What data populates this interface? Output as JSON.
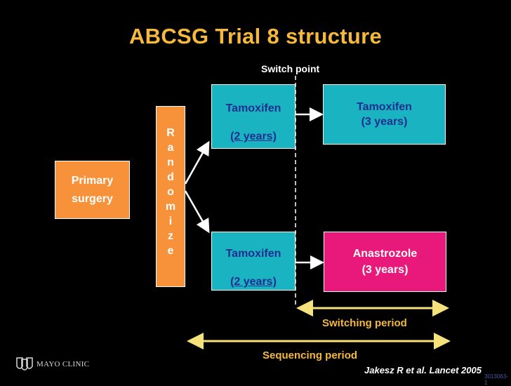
{
  "title": "ABCSG Trial 8 structure",
  "switch_point": "Switch point",
  "primary": {
    "line1": "Primary",
    "line2": "surgery"
  },
  "randomize_letters": [
    "R",
    "a",
    "n",
    "d",
    "o",
    "m",
    "i",
    "z",
    "e"
  ],
  "top_arm": {
    "first": {
      "line1": "Tamoxifen",
      "line2": "(2 years)"
    },
    "second": {
      "line1": "Tamoxifen",
      "line2": "(3 years)"
    }
  },
  "bottom_arm": {
    "first": {
      "line1": "Tamoxifen",
      "line2": "(2 years)"
    },
    "second": {
      "line1": "Anastrozole",
      "line2": "(3 years)"
    }
  },
  "switching_period": "Switching period",
  "sequencing_period": "Sequencing period",
  "citation": "Jakesz R et al. Lancet 2005",
  "logo_text": "MAYO CLINIC",
  "slide_code": "3013063-1",
  "colors": {
    "background": "#000000",
    "title": "#f6b93b",
    "orange": "#f7923a",
    "teal": "#1ab3c2",
    "magenta": "#e8197b",
    "navy_text": "#1e2f8f",
    "arrow_yellow": "#f6e27a"
  }
}
